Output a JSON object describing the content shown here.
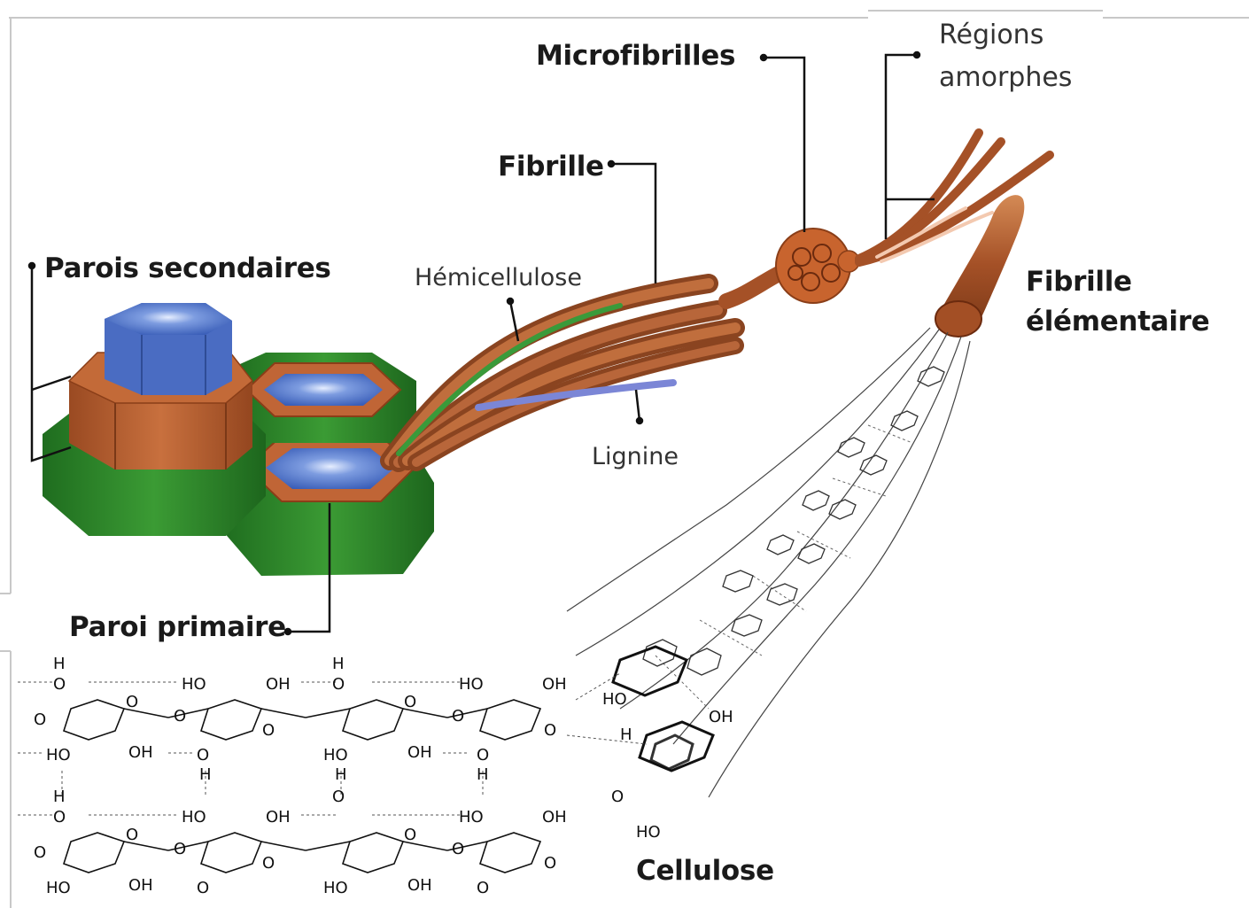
{
  "labels": {
    "parois_secondaires": "Parois secondaires",
    "paroi_primaire": "Paroi primaire",
    "hemicellulose": "Hémicellulose",
    "lignine": "Lignine",
    "fibrille": "Fibrille",
    "microfibrilles": "Microfibrilles",
    "regions_amorphes_1": "Régions",
    "regions_amorphes_2": "amorphes",
    "fibrille_elementaire_1": "Fibrille",
    "fibrille_elementaire_2": "élémentaire",
    "cellulose": "Cellulose"
  },
  "chem": {
    "h": "H",
    "o": "O",
    "ho": "HO",
    "oh": "OH"
  },
  "colors": {
    "wood_brown": "#b35a2a",
    "cell_green": "#2f8a2a",
    "lumen_blue": "#4f73c9",
    "hemicellulose_green": "#3a9a3a",
    "lignine_blue": "#7b86d6"
  }
}
